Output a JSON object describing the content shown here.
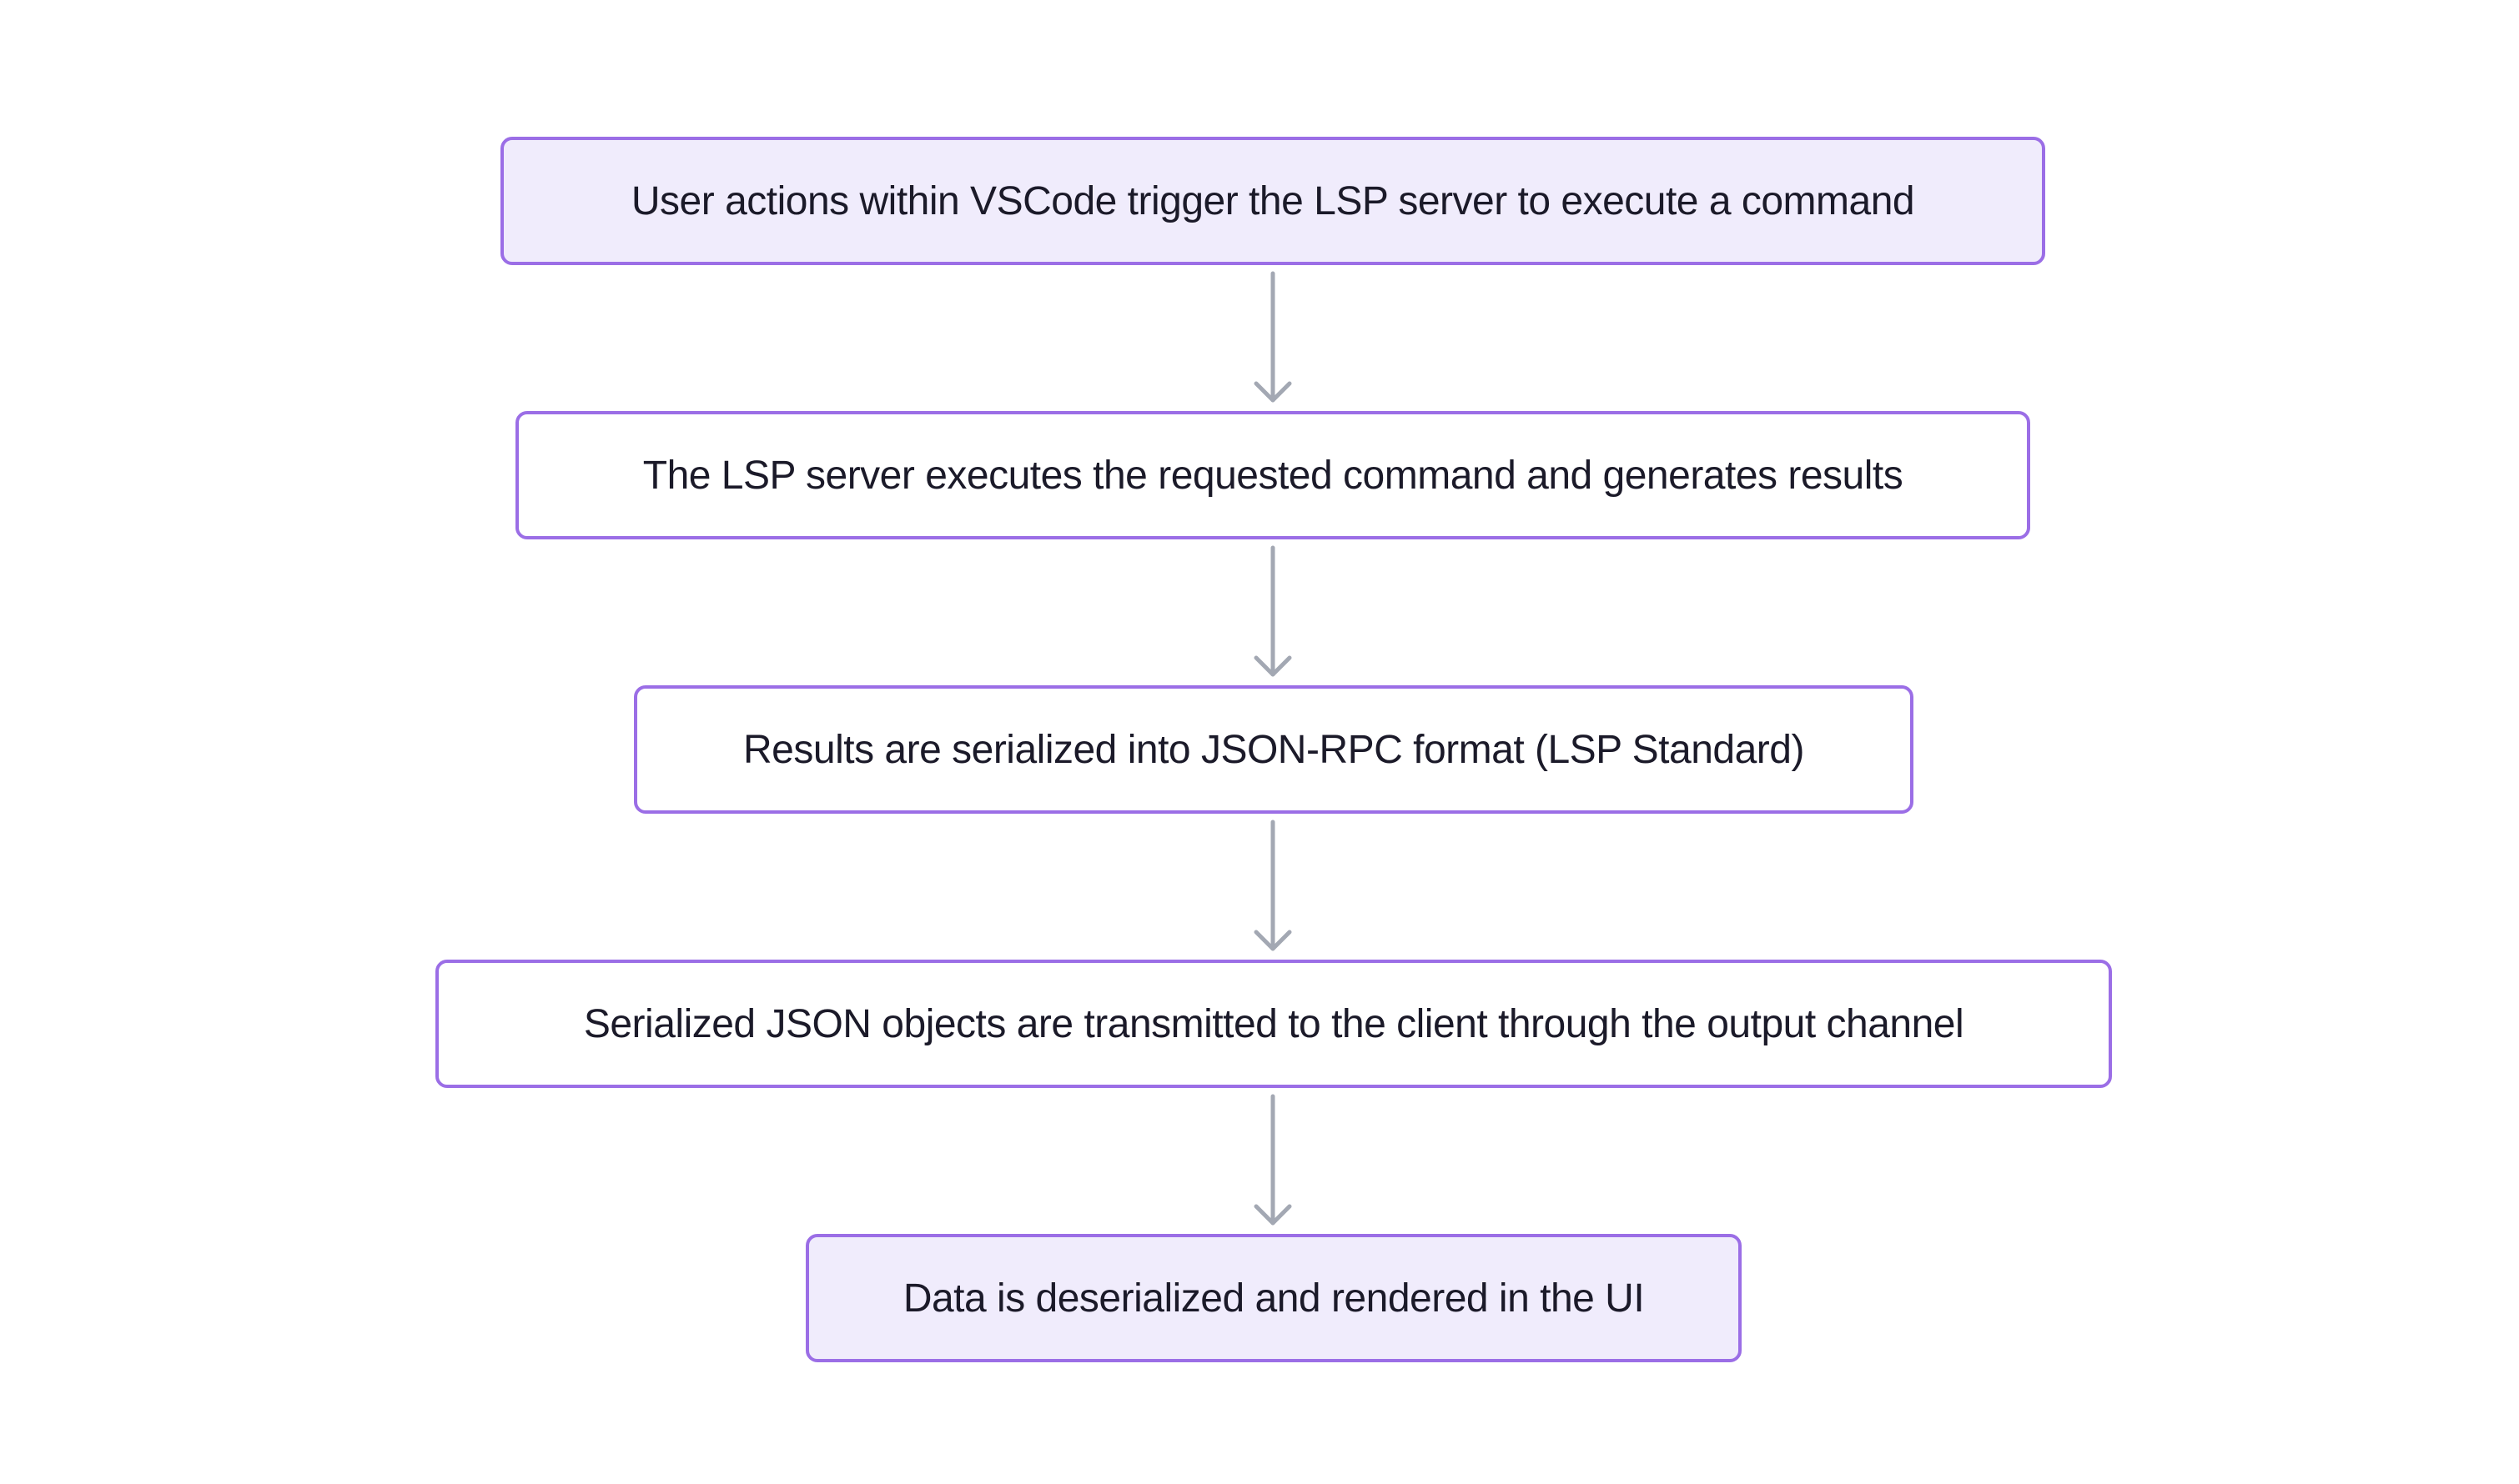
{
  "diagram": {
    "nodes": [
      {
        "id": "n1",
        "text": "User actions within VSCode trigger the LSP server to execute a command",
        "filled": true
      },
      {
        "id": "n2",
        "text": "The LSP server executes the requested command and generates results",
        "filled": false
      },
      {
        "id": "n3",
        "text": "Results are serialized into JSON-RPC format (LSP Standard)",
        "filled": false
      },
      {
        "id": "n4",
        "text": "Serialized JSON objects are transmitted to the client through the output channel",
        "filled": false
      },
      {
        "id": "n5",
        "text": "Data is deserialized and rendered in the UI",
        "filled": true
      }
    ],
    "edges": [
      {
        "from": "n1",
        "to": "n2"
      },
      {
        "from": "n2",
        "to": "n3"
      },
      {
        "from": "n3",
        "to": "n4"
      },
      {
        "from": "n4",
        "to": "n5"
      }
    ],
    "colors": {
      "node_border": "#9b6ee6",
      "node_fill_highlight": "#f0ecfc",
      "node_fill_plain": "#ffffff",
      "arrow": "#a3a8b3",
      "text": "#1b1a29"
    }
  }
}
